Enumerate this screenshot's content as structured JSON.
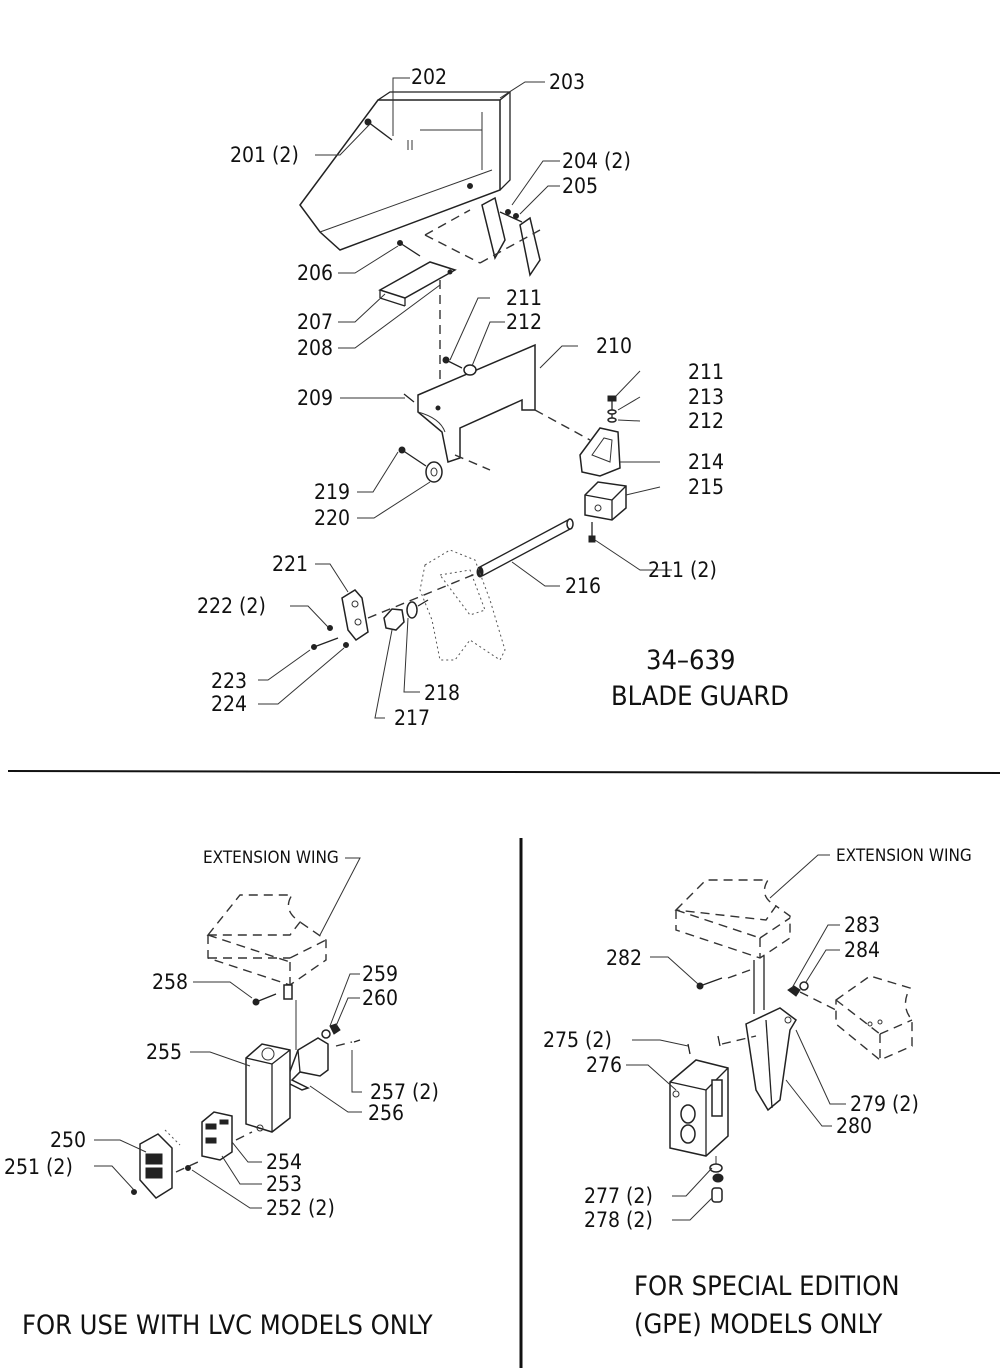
{
  "labels": {
    "l201": "201 (2)",
    "l202": "202",
    "l203": "203",
    "l204": "204 (2)",
    "l205": "205",
    "l206": "206",
    "l207": "207",
    "l208": "208",
    "l209": "209",
    "l210": "210",
    "l211a": "211",
    "l212a": "212",
    "l211b": "211",
    "l213": "213",
    "l212b": "212",
    "l214": "214",
    "l215": "215",
    "l219": "219",
    "l220": "220",
    "l211c": "211 (2)",
    "l216": "216",
    "l221": "221",
    "l222": "222 (2)",
    "l223": "223",
    "l224": "224",
    "l218": "218",
    "l217": "217",
    "l258": "258",
    "l259": "259",
    "l260": "260",
    "l255": "255",
    "l257": "257 (2)",
    "l256": "256",
    "l250": "250",
    "l251": "251 (2)",
    "l254": "254",
    "l253": "253",
    "l252": "252 (2)",
    "l282": "282",
    "l283": "283",
    "l284": "284",
    "l275": "275 (2)",
    "l276": "276",
    "l279": "279 (2)",
    "l280": "280",
    "l277": "277 (2)",
    "l278": "278 (2)"
  },
  "titles": {
    "blade_guard_number": "34–639",
    "blade_guard_name": "BLADE GUARD",
    "ext_wing_left": "EXTENSION WING",
    "ext_wing_right": "EXTENSION WING",
    "lvc_caption": "FOR USE WITH LVC MODELS ONLY",
    "gpe_caption_1": "FOR SPECIAL EDITION",
    "gpe_caption_2": "(GPE) MODELS ONLY"
  }
}
